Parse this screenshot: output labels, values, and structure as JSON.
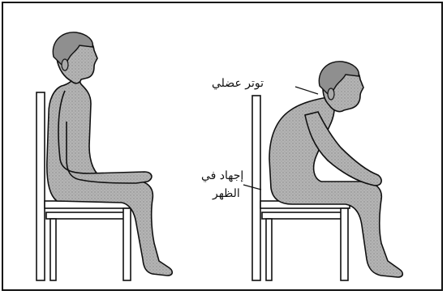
{
  "labels": {
    "muscle_tension": "توتر عضلي",
    "back_strain_line1": "إجهاد في",
    "back_strain_line2": "الظهر"
  },
  "colors": {
    "outline": "#111111",
    "body_fill": "#a9a9a9",
    "hair_fill": "#8f8f8f",
    "chair_fill": "#ffffff"
  }
}
